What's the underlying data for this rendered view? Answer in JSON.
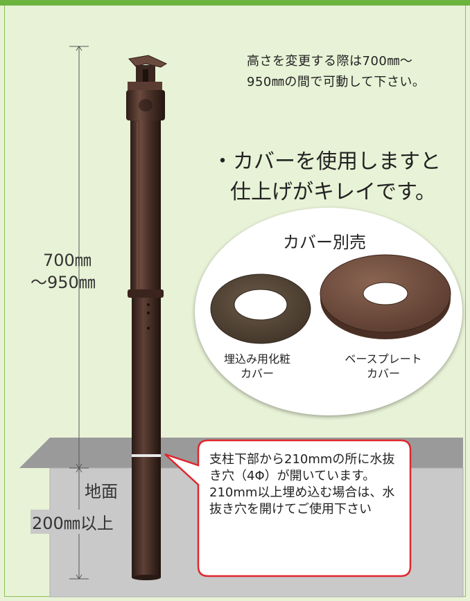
{
  "note": {
    "line1": "高さを変更する際は700㎜～",
    "line2": "950㎜の間で可動して下さい。"
  },
  "headline": {
    "line1": "・カバーを使用しますと",
    "line2": "仕上げがキレイです。"
  },
  "dimension": {
    "height_line1": "700㎜",
    "height_line2": "～950㎜",
    "ground": "地面",
    "depth": "200㎜以上"
  },
  "covers": {
    "title": "カバー別売",
    "item1_line1": "埋込み用化粧",
    "item1_line2": "カバー",
    "item2_line1": "ベースプレート",
    "item2_line2": "カバー"
  },
  "callout": {
    "text": "支柱下部から210mmの所に水抜き穴（4Φ）が開いています。210mm以上埋め込む場合は、水抜き穴を開けてご使用下さい"
  },
  "colors": {
    "background": "#e8f2d6",
    "accent_green": "#6cb33f",
    "callout_border": "#e0262c",
    "post_brown": "#4a3129",
    "ground_gray": "#c9c9c9"
  }
}
